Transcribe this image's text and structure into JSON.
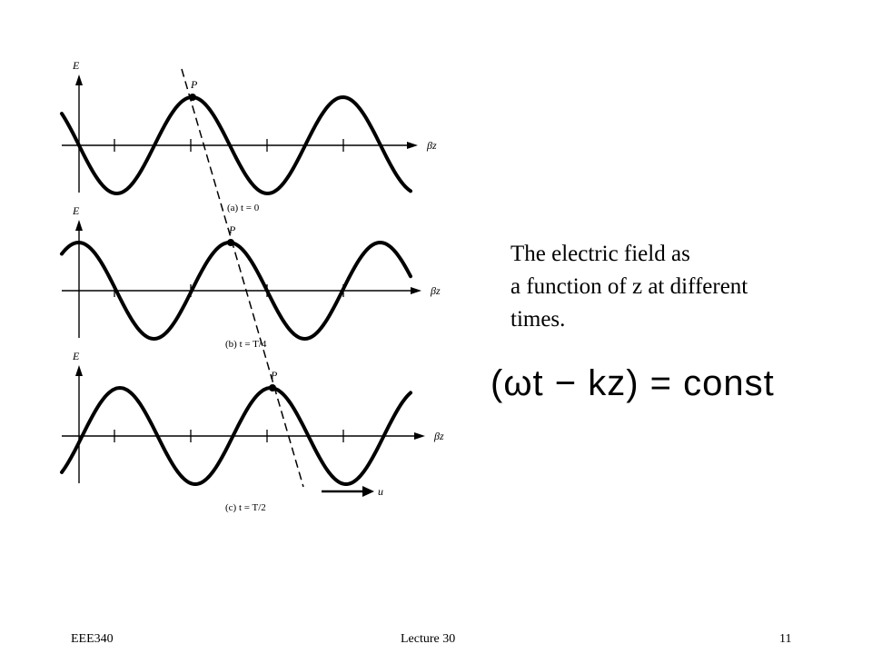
{
  "figure": {
    "panels": [
      {
        "id": "a",
        "axis_label": "E",
        "point_label": "P",
        "z_label": "βz",
        "time_label": "(a)  t = 0"
      },
      {
        "id": "b",
        "axis_label": "E",
        "point_label": "P",
        "z_label": "βz",
        "time_label": "(b)  t = T/4"
      },
      {
        "id": "c",
        "axis_label": "E",
        "point_label": "P",
        "z_label": "βz",
        "time_label": "(c)  t = T/2"
      }
    ],
    "velocity_label": "u"
  },
  "caption": {
    "line1": "The electric field as",
    "line2": "a function of z at different",
    "line3": "times."
  },
  "equation": "(ωt − kz) = const",
  "footer": {
    "course": "EEE340",
    "lecture": "Lecture 30",
    "page": "11"
  }
}
